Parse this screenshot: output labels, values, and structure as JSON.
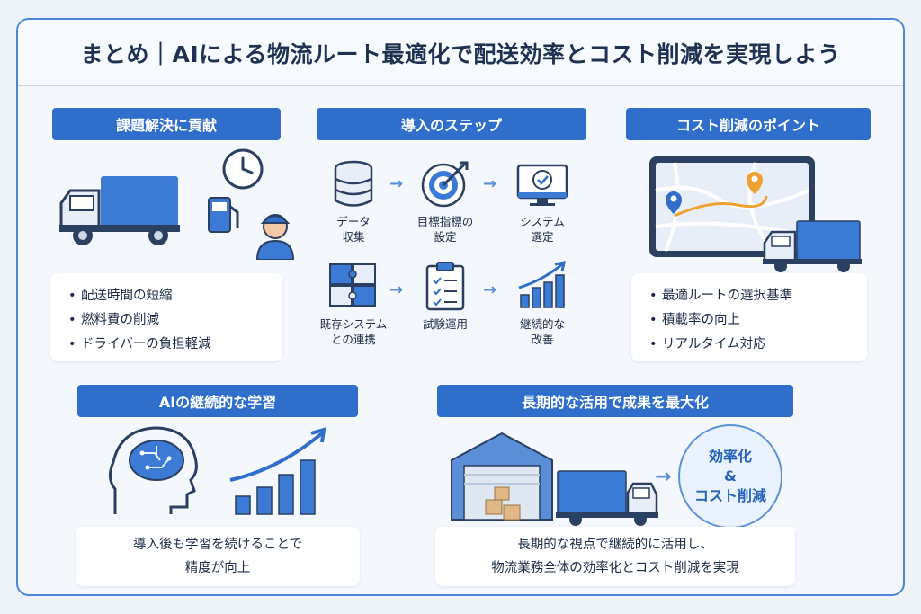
{
  "title": "まとめ｜AIによる物流ルート最適化で配送効率とコスト削減を実現しよう",
  "sections": {
    "problem": {
      "header": "課題解決に貢献",
      "items": [
        "配送時間の短縮",
        "燃料費の削減",
        "ドライバーの負担軽減"
      ]
    },
    "steps": {
      "header": "導入のステップ",
      "items": [
        {
          "line1": "データ",
          "line2": "収集",
          "icon": "database-icon"
        },
        {
          "line1": "目標指標の",
          "line2": "設定",
          "icon": "target-icon"
        },
        {
          "line1": "システム",
          "line2": "選定",
          "icon": "monitor-check-icon"
        },
        {
          "line1": "既存システム",
          "line2": "との連携",
          "icon": "puzzle-icon"
        },
        {
          "line1": "試験運用",
          "line2": "",
          "icon": "clipboard-icon"
        },
        {
          "line1": "継続的な",
          "line2": "改善",
          "icon": "growth-chart-icon"
        }
      ]
    },
    "cost": {
      "header": "コスト削減のポイント",
      "items": [
        "最適ルートの選択基準",
        "積載率の向上",
        "リアルタイム対応"
      ]
    },
    "learning": {
      "header": "AIの継続的な学習",
      "line1": "導入後も学習を続けることで",
      "line2": "精度が向上"
    },
    "longterm": {
      "header": "長期的な活用で成果を最大化",
      "line1": "長期的な視点で継続的に活用し、",
      "line2": "物流業務全体の効率化とコスト削減を実現",
      "circle_line1": "効率化",
      "circle_line2": "&",
      "circle_line3": "コスト削減"
    }
  },
  "colors": {
    "accent": "#2f6fcb",
    "frame": "#4d86d6",
    "orange": "#f0a030"
  }
}
